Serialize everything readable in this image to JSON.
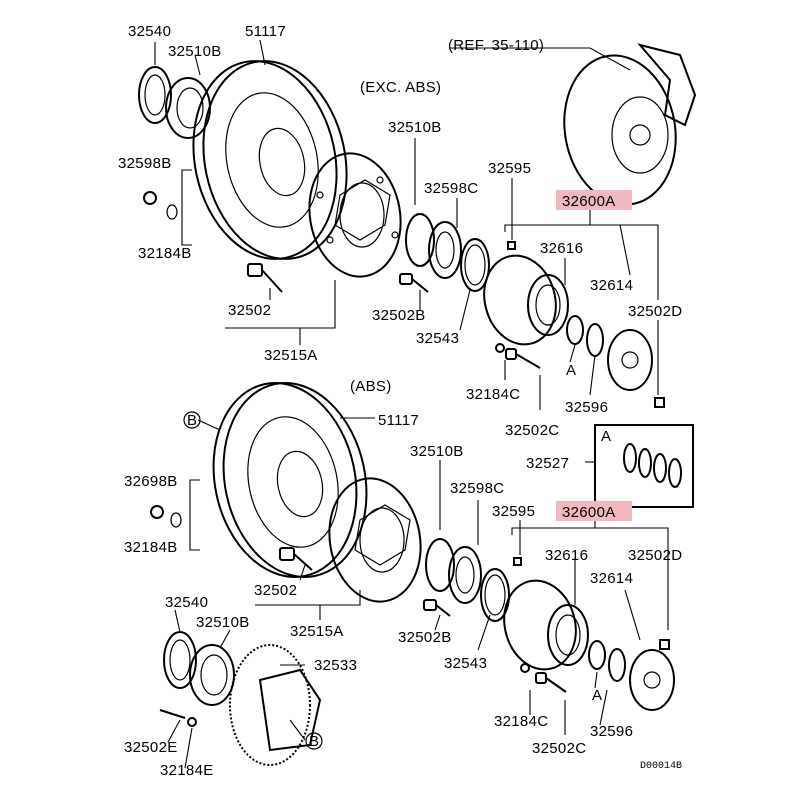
{
  "labels": {
    "p32540": "32540",
    "p32510b_top": "32510B",
    "p51117_top": "51117",
    "ref": "(REF. 35-110)",
    "exc_abs": "(EXC. ABS)",
    "p32510b_mid": "32510B",
    "p32598b_top": "32598B",
    "p32598c_top": "32598C",
    "p32595_top": "32595",
    "p32600a_top": "32600A",
    "p32184b_top": "32184B",
    "p32616_top": "32616",
    "p32614_top": "32614",
    "p32502_top": "32502",
    "p32502b_top": "32502B",
    "p32502d_top": "32502D",
    "p32543_top": "32543",
    "p32515a_top": "32515A",
    "a_top": "A",
    "abs": "(ABS)",
    "p51117_bot": "51117",
    "p32184c_top": "32184C",
    "p32596_top": "32596",
    "p32502c_top": "32502C",
    "a_box": "A",
    "p32527": "32527",
    "p32510b_bot": "32510B",
    "p32698b": "32698B",
    "p32598c_bot": "32598C",
    "p32595_bot": "32595",
    "p32600a_bot": "32600A",
    "p32184b_bot": "32184B",
    "p32616_bot": "32616",
    "p32502d_bot": "32502D",
    "p32614_bot": "32614",
    "p32502_bot": "32502",
    "p32540_bot": "32540",
    "p32510b_bot2": "32510B",
    "p32515a_bot": "32515A",
    "p32502b_bot": "32502B",
    "p32533": "32533",
    "p32543_bot": "32543",
    "a_bot": "A",
    "p32184c_bot": "32184C",
    "p32596_bot": "32596",
    "p32502e": "32502E",
    "p32502c_bot": "32502C",
    "p32184e": "32184E",
    "b_top": "B",
    "b_bot": "B",
    "code": "D00014B"
  },
  "colors": {
    "highlight": "#f2b8bf",
    "line": "#000000"
  }
}
